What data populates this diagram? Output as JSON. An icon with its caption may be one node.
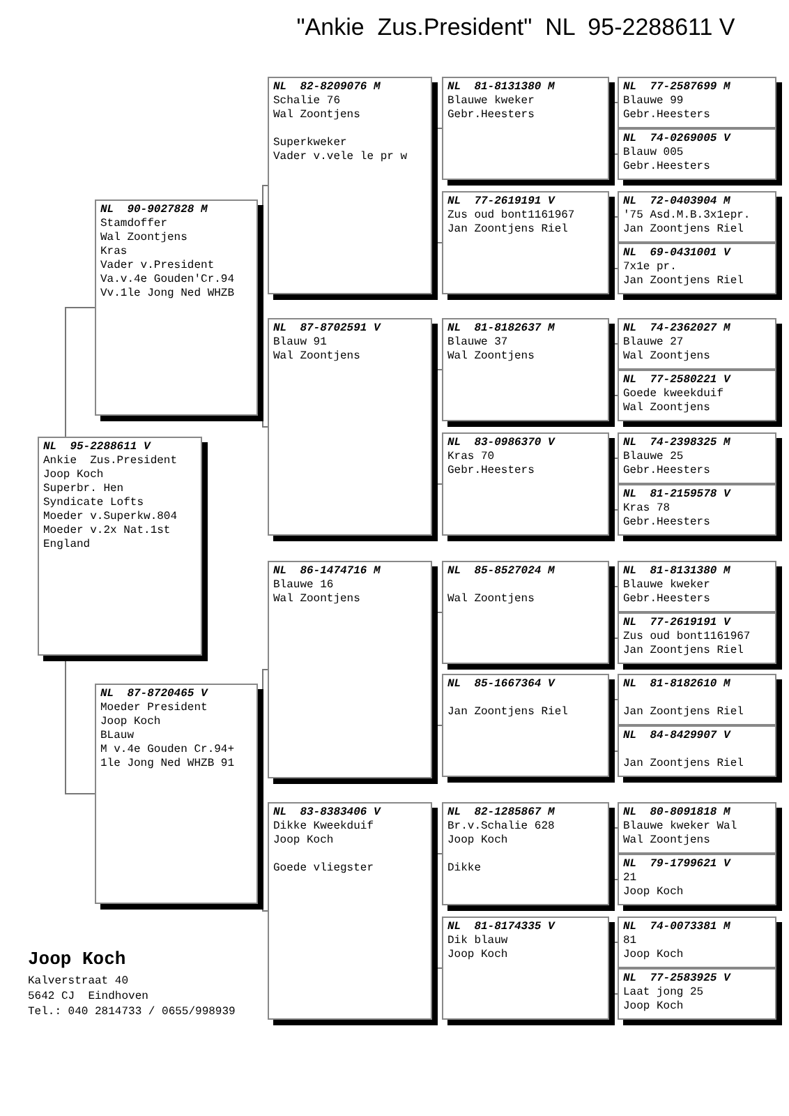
{
  "diagram": {
    "title": "\"Ankie  Zus.President\"  NL  95-2288611 V",
    "nodes": [
      {
        "text": [
          "NL  95-2288611 V",
          "Ankie  Zus.President",
          "Joop Koch",
          "Superbr. Hen",
          "Syndicate Lofts",
          "Moeder v.Superkw.804",
          "Moeder v.2x Nat.1st",
          "England"
        ]
      },
      {
        "text": [
          "NL  90-9027828 M",
          "Stamdoffer",
          "Wal Zoontjens",
          "Kras",
          "Vader v.President",
          "Va.v.4e Gouden'Cr.94",
          "Vv.1le Jong Ned WHZB"
        ]
      },
      {
        "text": [
          "NL  87-8720465 V",
          "Moeder President",
          "Joop Koch",
          "BLauw",
          "M v.4e Gouden Cr.94+",
          "1le Jong Ned WHZB 91"
        ]
      },
      {
        "text": [
          "NL  82-8209076 M",
          "Schalie 76",
          "Wal Zoontjens",
          "Superkweker",
          "Vader v.vele le pr w"
        ]
      },
      {
        "text": [
          "NL  87-8702591 V",
          "Blauw 91",
          "Wal Zoontjens"
        ]
      },
      {
        "text": [
          "NL  86-1474716 M",
          "Blauwe 16",
          "Wal Zoontjens"
        ]
      },
      {
        "text": [
          "NL  83-8383406 V",
          "Dikke Kweekduif",
          "Joop Koch",
          "Goede vliegster"
        ]
      },
      {
        "text": [
          "NL  81-8131380 M",
          "Blauwe kweker",
          "Gebr.Heesters"
        ]
      },
      {
        "text": [
          "NL  77-2619191 V",
          "Zus oud bont1161967",
          "Jan Zoontjens Riel"
        ]
      },
      {
        "text": [
          "NL  81-8182637 M",
          "Blauwe 37",
          "Wal Zoontjens"
        ]
      },
      {
        "text": [
          "NL  83-0986370 V",
          "Kras 70",
          "Gebr.Heesters"
        ]
      },
      {
        "text": [
          "NL  85-8527024 M",
          "Wal Zoontjens"
        ]
      },
      {
        "text": [
          "NL  85-1667364 V",
          "Jan Zoontjens Riel"
        ]
      },
      {
        "text": [
          "NL  82-1285867 M",
          "Br.v.Schalie 628",
          "Joop Koch",
          "Dikke"
        ]
      },
      {
        "text": [
          "NL  81-8174335 V",
          "Dik blauw",
          "Joop Koch"
        ]
      },
      {
        "text": [
          "NL  77-2587699 M",
          "Blauwe 99",
          "Gebr.Heesters"
        ]
      },
      {
        "text": [
          "NL  74-0269005 V",
          "Blauw 005",
          "Gebr.Heesters"
        ]
      },
      {
        "text": [
          "NL  72-0403904 M",
          "'75 Asd.M.B.3x1epr.",
          "Jan Zoontjens Riel"
        ]
      },
      {
        "text": [
          "NL  69-0431001 V",
          "7x1e pr.",
          "Jan Zoontjens Riel"
        ]
      },
      {
        "text": [
          "NL  74-2362027 M",
          "Blauwe 27",
          "Wal Zoontjens"
        ]
      },
      {
        "text": [
          "NL  77-2580221 V",
          "Goede kweekduif",
          "Wal Zoontjens"
        ]
      },
      {
        "text": [
          "NL  74-2398325 M",
          "Blauwe 25",
          "Gebr.Heesters"
        ]
      },
      {
        "text": [
          "NL  81-2159578 V",
          "Kras 78",
          "Gebr.Heesters"
        ]
      },
      {
        "text": [
          "NL  81-8131380 M",
          "Blauwe kweker",
          "Gebr.Heesters"
        ]
      },
      {
        "text": [
          "NL  77-2619191 V",
          "Zus oud bont1161967",
          "Jan Zoontjens Riel"
        ]
      },
      {
        "text": [
          "NL  81-8182610 M",
          "Jan Zoontjens Riel"
        ]
      },
      {
        "text": [
          "NL  84-8429907 V",
          "Jan Zoontjens Riel"
        ]
      },
      {
        "text": [
          "NL  80-8091818 M",
          "Blauwe kweker Wal",
          "Wal Zoontjens"
        ]
      },
      {
        "text": [
          "NL  79-1799621 V",
          "21",
          "Joop Koch"
        ]
      },
      {
        "text": [
          "NL  74-0073381 M",
          "81",
          "Joop Koch"
        ]
      },
      {
        "text": [
          "NL  77-2583925 V",
          "Laat jong 25",
          "Joop Koch"
        ]
      }
    ],
    "edges": [
      {
        "from": 0,
        "to": 1,
        "arrow": "none"
      },
      {
        "from": 0,
        "to": 2,
        "arrow": "none"
      },
      {
        "from": 1,
        "to": 3,
        "arrow": "none"
      },
      {
        "from": 1,
        "to": 4,
        "arrow": "none"
      },
      {
        "from": 2,
        "to": 5,
        "arrow": "none"
      },
      {
        "from": 2,
        "to": 6,
        "arrow": "none"
      },
      {
        "from": 3,
        "to": 7,
        "arrow": "none"
      },
      {
        "from": 3,
        "to": 8,
        "arrow": "none"
      },
      {
        "from": 4,
        "to": 9,
        "arrow": "none"
      },
      {
        "from": 4,
        "to": 10,
        "arrow": "none"
      },
      {
        "from": 5,
        "to": 11,
        "arrow": "none"
      },
      {
        "from": 5,
        "to": 12,
        "arrow": "none"
      },
      {
        "from": 6,
        "to": 13,
        "arrow": "none"
      },
      {
        "from": 6,
        "to": 14,
        "arrow": "none"
      },
      {
        "from": 7,
        "to": 15,
        "arrow": "none"
      },
      {
        "from": 7,
        "to": 16,
        "arrow": "none"
      },
      {
        "from": 8,
        "to": 17,
        "arrow": "none"
      },
      {
        "from": 8,
        "to": 18,
        "arrow": "none"
      },
      {
        "from": 9,
        "to": 19,
        "arrow": "none"
      },
      {
        "from": 9,
        "to": 20,
        "arrow": "none"
      },
      {
        "from": 10,
        "to": 21,
        "arrow": "none"
      },
      {
        "from": 10,
        "to": 22,
        "arrow": "none"
      },
      {
        "from": 11,
        "to": 23,
        "arrow": "none"
      },
      {
        "from": 11,
        "to": 24,
        "arrow": "none"
      },
      {
        "from": 12,
        "to": 25,
        "arrow": "none"
      },
      {
        "from": 12,
        "to": 26,
        "arrow": "none"
      },
      {
        "from": 13,
        "to": 27,
        "arrow": "none"
      },
      {
        "from": 13,
        "to": 28,
        "arrow": "none"
      },
      {
        "from": 14,
        "to": 29,
        "arrow": "none"
      },
      {
        "from": 14,
        "to": 30,
        "arrow": "none"
      }
    ],
    "labels": [
      "Joop Koch",
      "Kalverstraat 40",
      "5642 CJ  Eindhoven",
      "Tel.: 040 2814733 / 0655/998939"
    ]
  }
}
